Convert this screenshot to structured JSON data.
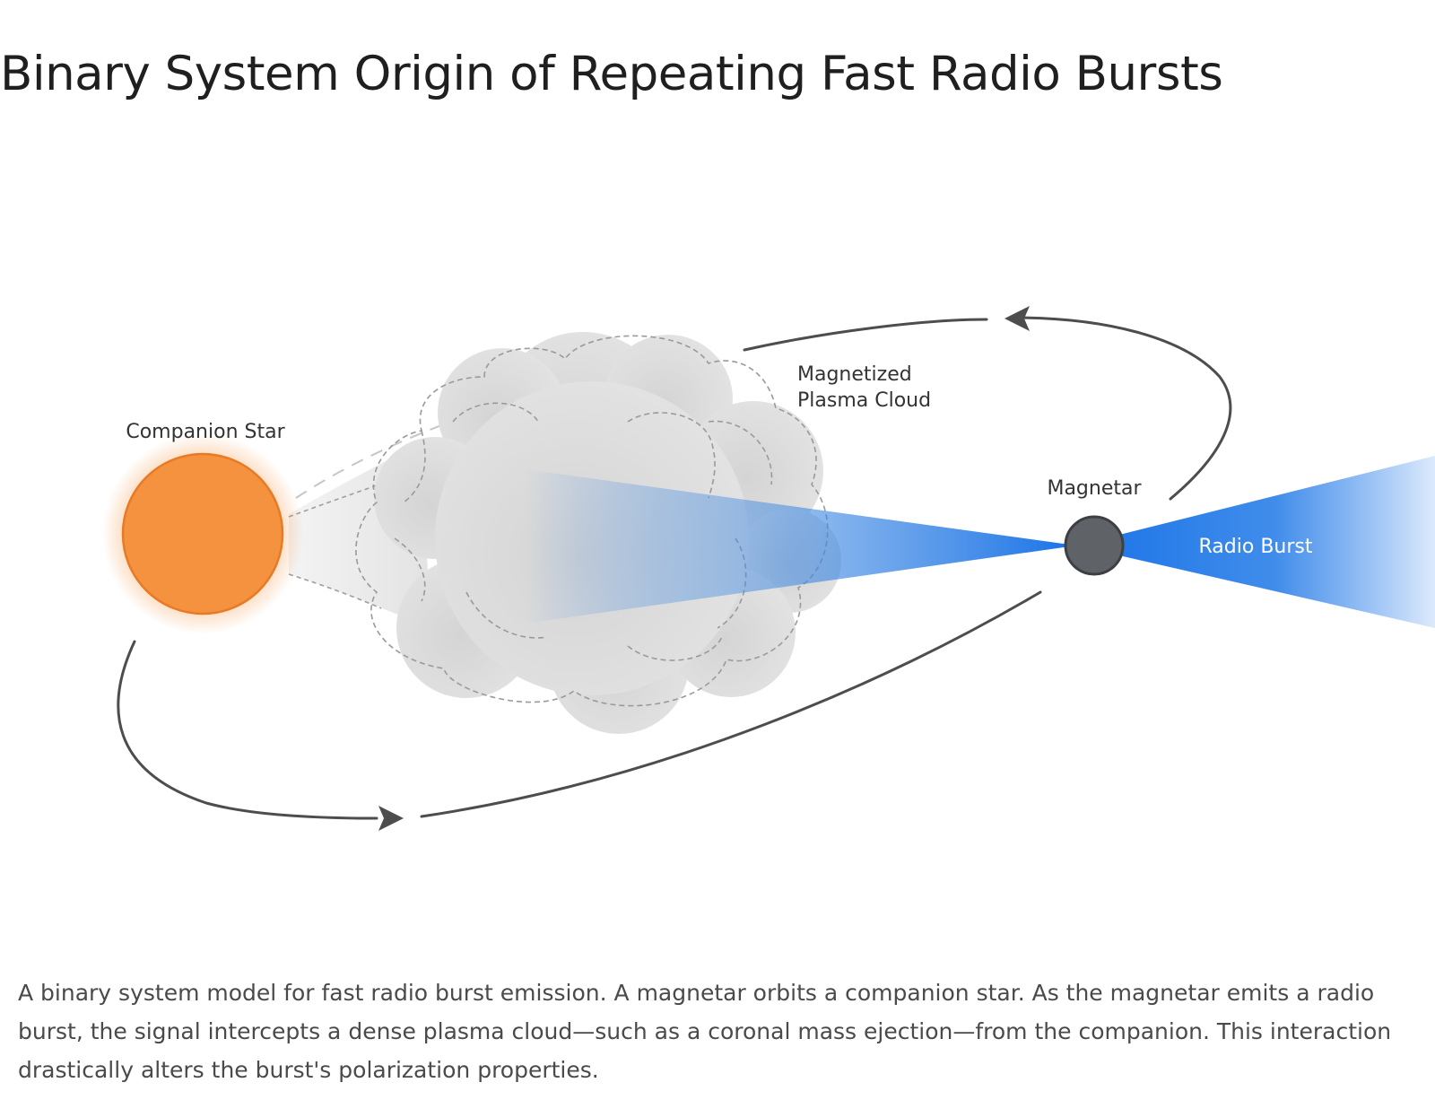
{
  "title": "Binary System Origin of Repeating Fast Radio Bursts",
  "diagram": {
    "labels": {
      "companion_star": "Companion Star",
      "plasma_cloud_line1": "Magnetized",
      "plasma_cloud_line2": "Plasma Cloud",
      "magnetar": "Magnetar",
      "radio_burst": "Radio Burst"
    },
    "colors": {
      "companion_star": "#f5923f",
      "companion_star_edge": "#e87a25",
      "magnetar": "#5f6368",
      "radio_burst": "#1a73e8",
      "plasma_cloud": "#d9d9d9",
      "orbit": "#4d4d4d"
    }
  },
  "caption": "A binary system model for fast radio burst emission. A magnetar orbits a companion star. As the magnetar emits a radio burst, the signal intercepts a dense plasma cloud—such as a coronal mass ejection—from the companion. This interaction drastically alters the burst's polarization properties."
}
